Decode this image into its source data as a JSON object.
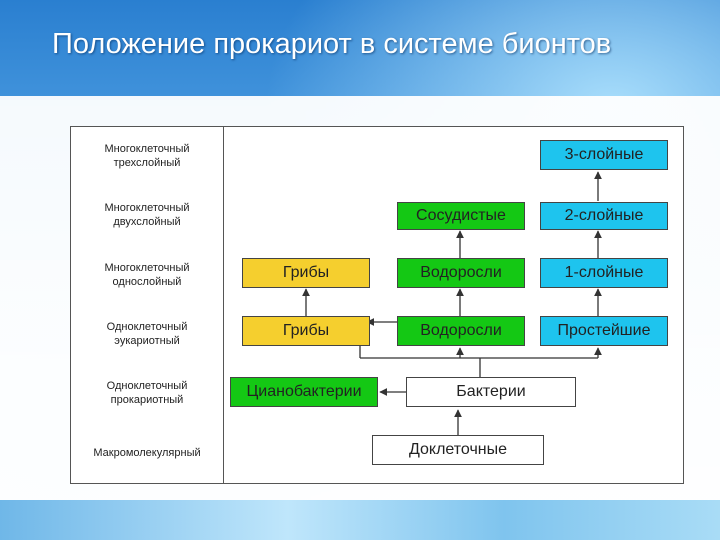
{
  "slide": {
    "title": "Положение прокариот в системе бионтов"
  },
  "rows": [
    {
      "label": "Многоклеточный трехслойный"
    },
    {
      "label": "Многоклеточный двухслойный"
    },
    {
      "label": "Многоклеточный однослойный"
    },
    {
      "label": "Одноклеточный эукариотный"
    },
    {
      "label": "Одноклеточный прокариотный"
    },
    {
      "label": "Макромолекулярный"
    }
  ],
  "boxes": {
    "three_layer": "3-слойные",
    "vascular": "Сосудистые",
    "two_layer": "2-слойные",
    "fungi_multi": "Грибы",
    "algae_multi": "Водоросли",
    "one_layer": "1-слойные",
    "fungi_uni": "Грибы",
    "algae_uni": "Водоросли",
    "protists": "Простейшие",
    "cyanobacteria": "Цианобактерии",
    "bacteria": "Бактерии",
    "precellular": "Доклеточные"
  },
  "colors": {
    "animals": "#1ec4ee",
    "plants": "#14c814",
    "fungi": "#f5cf2e",
    "neutral": "#ffffff"
  }
}
